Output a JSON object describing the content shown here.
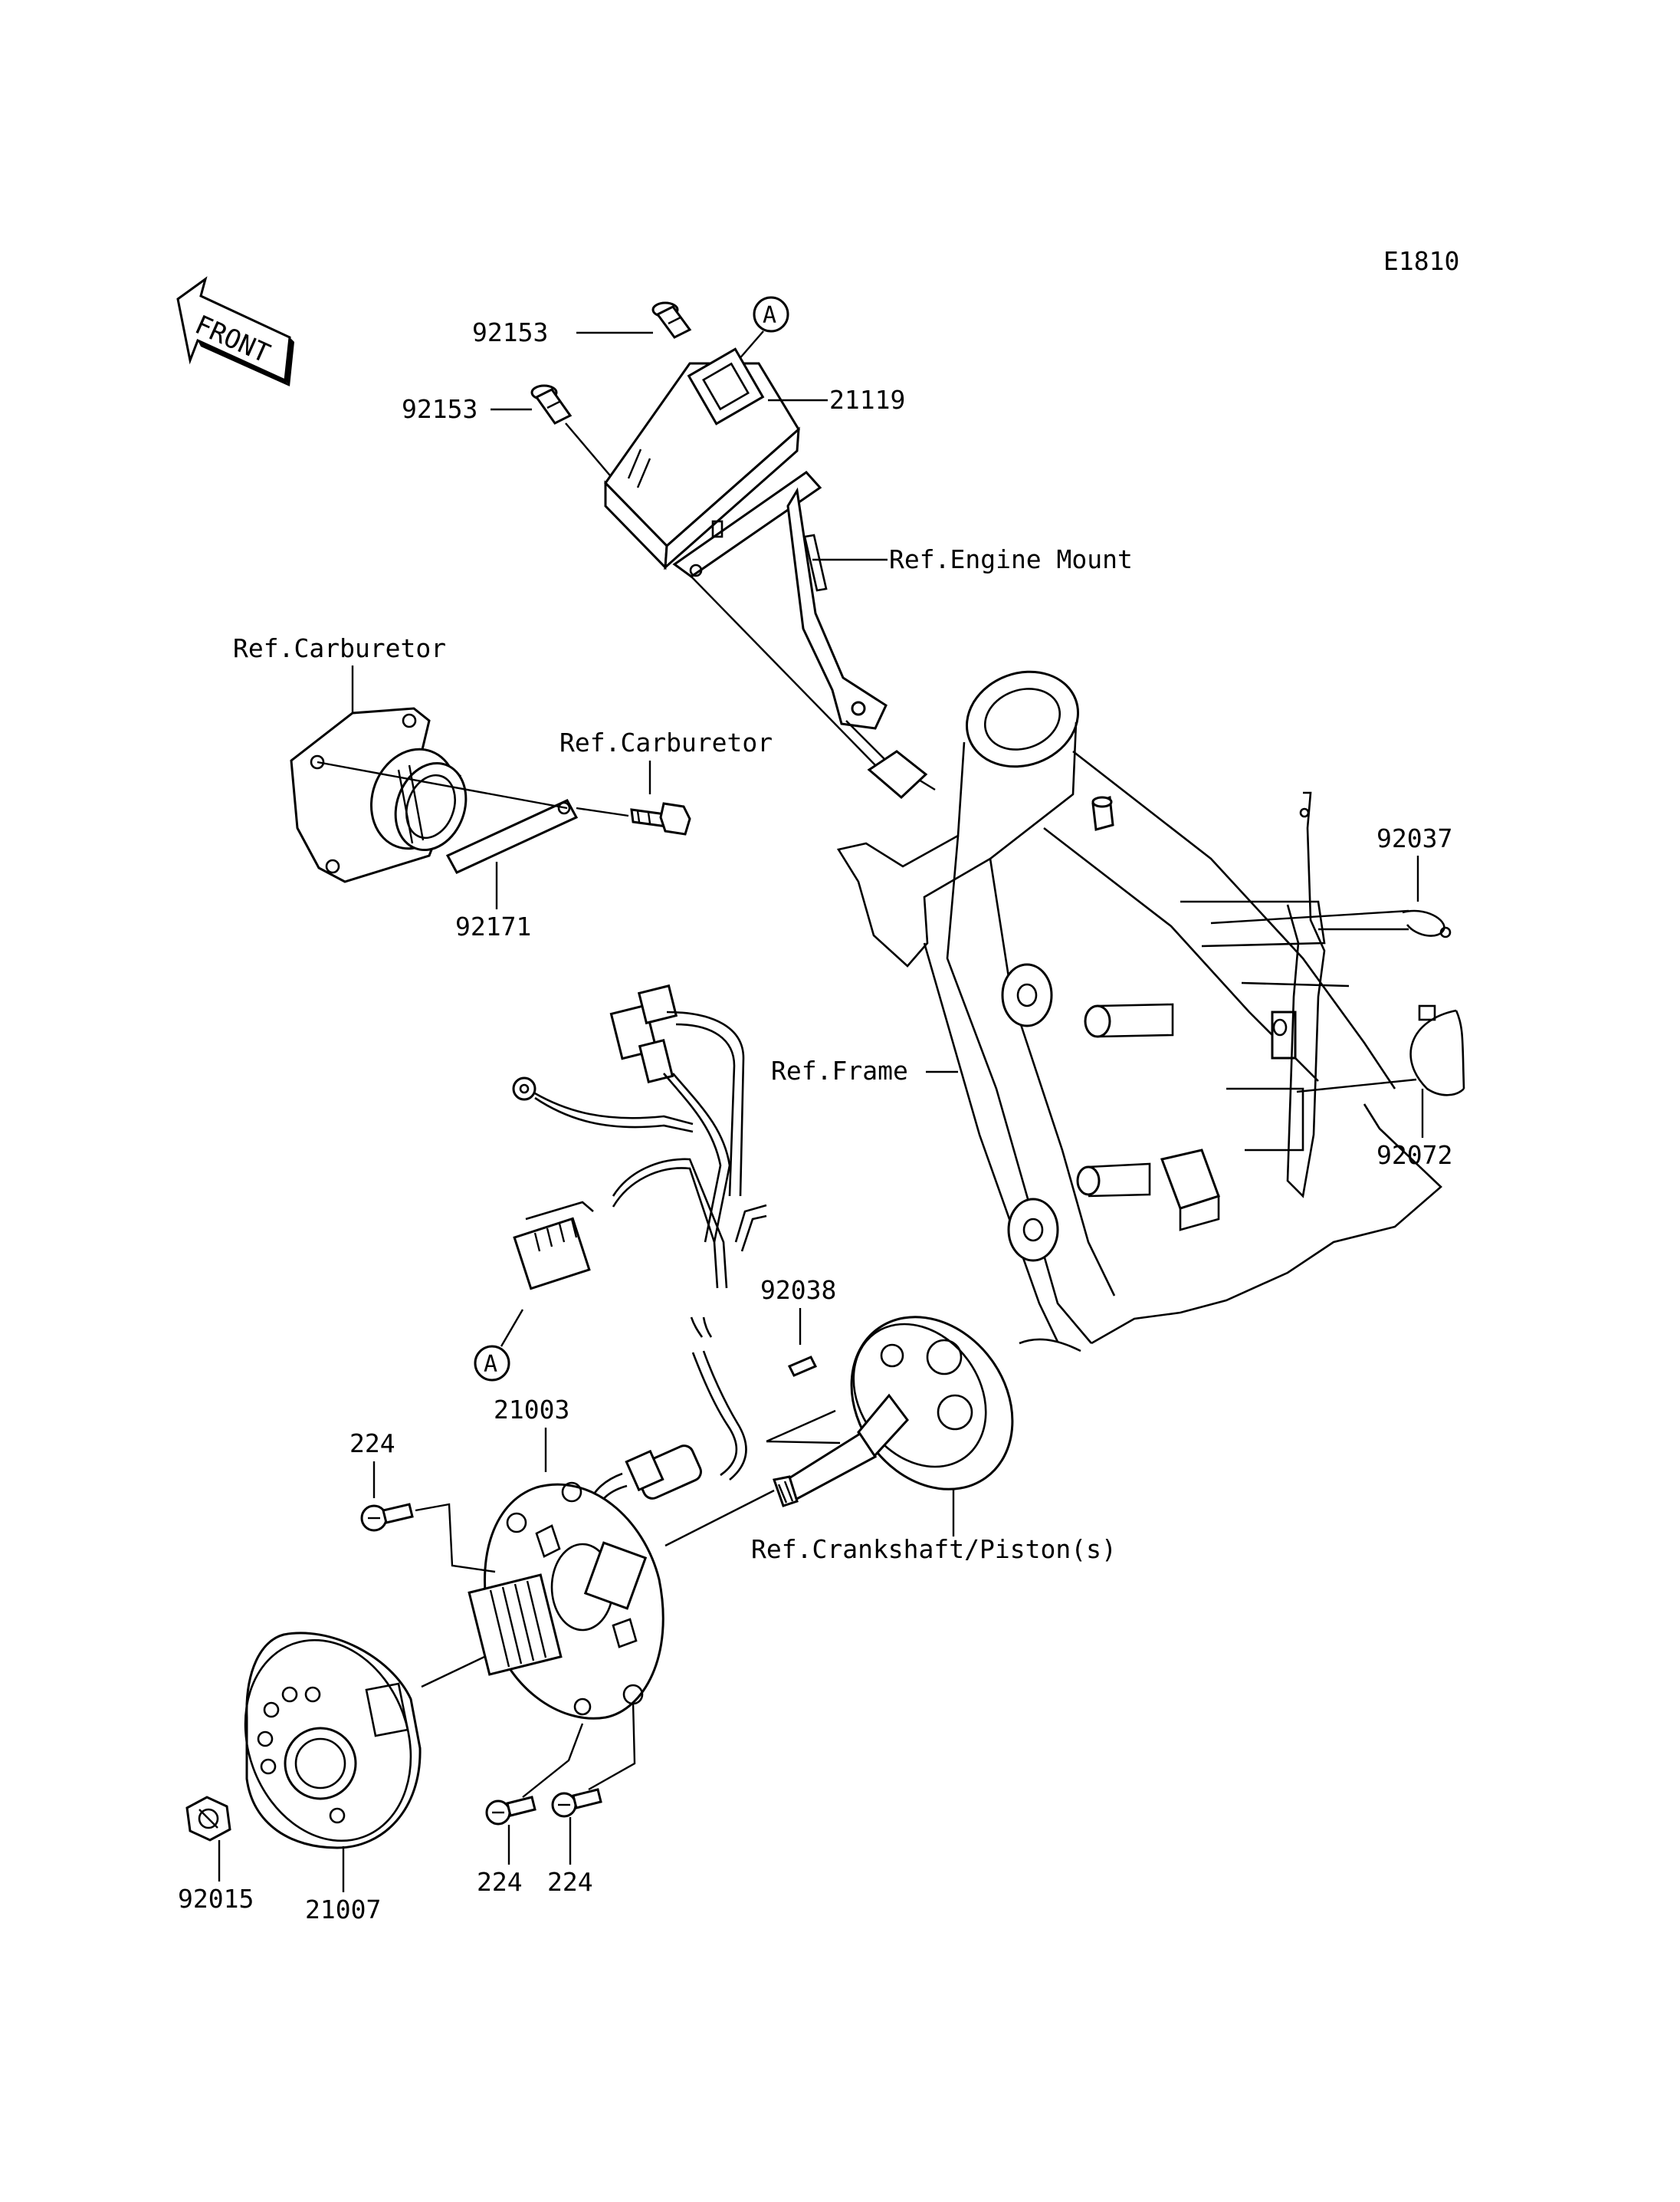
{
  "diagram": {
    "code": "E1810",
    "front_label": "FRONT",
    "marker_letter": "A",
    "labels": {
      "bolt_upper": "92153",
      "bolt_lower": "92153",
      "cdi_unit": "21119",
      "engine_mount": "Ref.Engine Mount",
      "carburetor_1": "Ref.Carburetor",
      "carburetor_2": "Ref.Carburetor",
      "plate": "92171",
      "clamp_1": "92037",
      "frame": "Ref.Frame",
      "clamp_2": "92072",
      "key": "92038",
      "stator": "21003",
      "screw_1": "224",
      "crankshaft": "Ref.Crankshaft/Piston(s)",
      "nut": "92015",
      "rotor": "21007",
      "screw_2": "224",
      "screw_3": "224"
    }
  }
}
